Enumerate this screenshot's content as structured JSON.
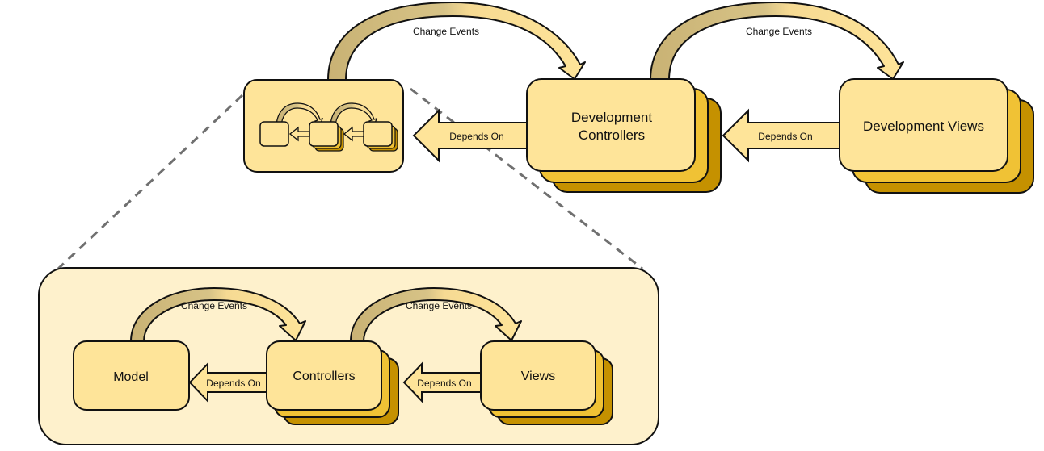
{
  "diagram": {
    "type": "architecture-diagram",
    "colors": {
      "box_fill": "#fee499",
      "stack_mid": "#f0c235",
      "stack_back": "#c59100",
      "arrow_tail": "#d0b97a",
      "panel_fill": "#fef1cc",
      "dashed_line": "#707070",
      "stroke": "#111111"
    },
    "top_row": {
      "mini_box": {
        "label": ""
      },
      "controllers": {
        "label_line1": "Development",
        "label_line2": "Controllers"
      },
      "views": {
        "label": "Development Views"
      },
      "change_events_1": "Change Events",
      "change_events_2": "Change Events",
      "depends_on_1": "Depends On",
      "depends_on_2": "Depends On"
    },
    "detail_panel": {
      "model": {
        "label": "Model"
      },
      "controllers": {
        "label": "Controllers"
      },
      "views": {
        "label": "Views"
      },
      "change_events_1": "Change Events",
      "change_events_2": "Change Events",
      "depends_on_1": "Depends On",
      "depends_on_2": "Depends On"
    }
  }
}
